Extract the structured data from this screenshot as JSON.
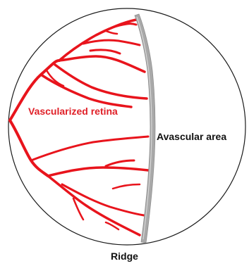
{
  "labels": {
    "vascularized": "Vascularized retina",
    "avascular": "Avascular area",
    "ridge": "Ridge"
  },
  "colors": {
    "vessel": "#e8141c",
    "ridge_fill": "#a9a9a9",
    "ridge_highlight": "#d6d6d6",
    "outline": "#1a1a1a",
    "vascular_label": "#e02028",
    "dark_label": "#111111"
  }
}
